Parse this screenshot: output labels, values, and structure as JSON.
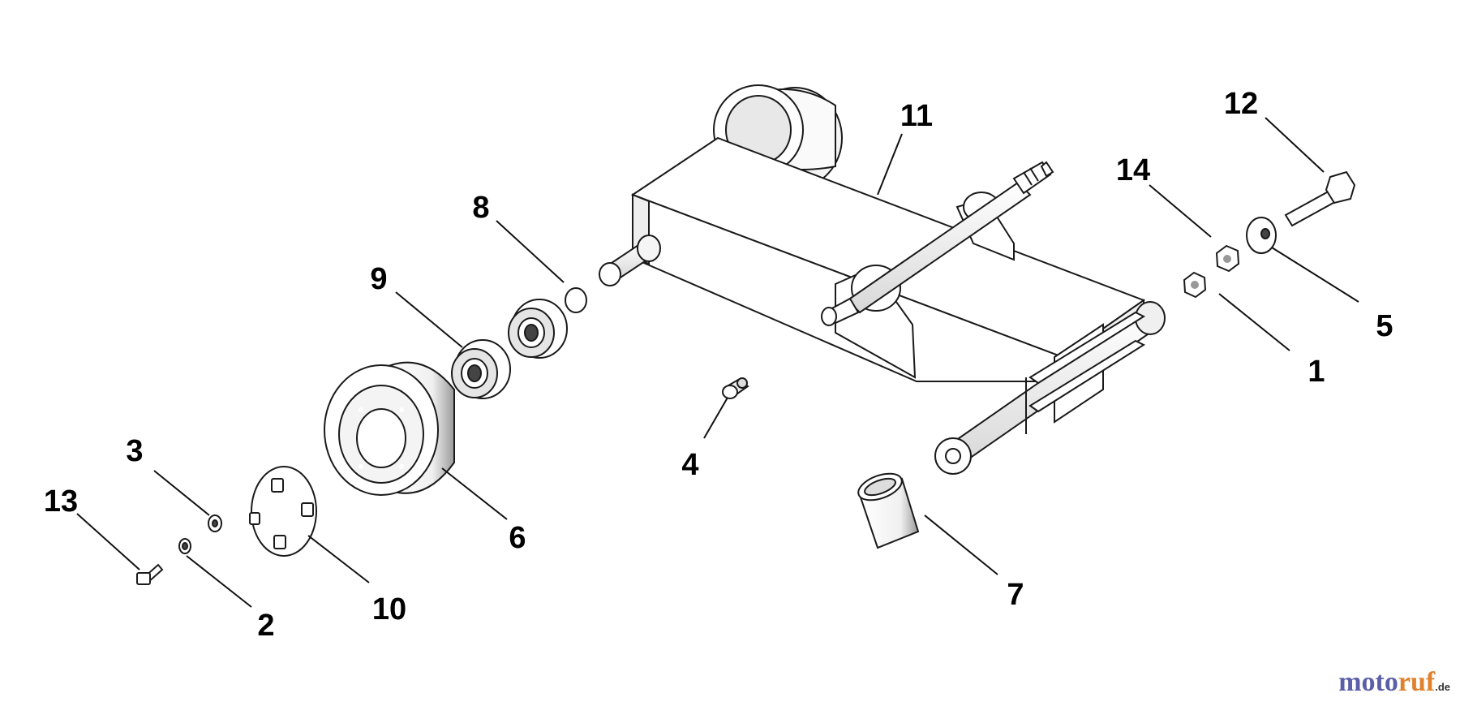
{
  "parts": [
    {
      "id": "p1",
      "number": "1"
    },
    {
      "id": "p2",
      "number": "2"
    },
    {
      "id": "p3",
      "number": "3"
    },
    {
      "id": "p4",
      "number": "4"
    },
    {
      "id": "p5",
      "number": "5"
    },
    {
      "id": "p6",
      "number": "6"
    },
    {
      "id": "p7",
      "number": "7"
    },
    {
      "id": "p8",
      "number": "8"
    },
    {
      "id": "p9",
      "number": "9"
    },
    {
      "id": "p10",
      "number": "10"
    },
    {
      "id": "p11",
      "number": "11"
    },
    {
      "id": "p12",
      "number": "12"
    },
    {
      "id": "p13",
      "number": "13"
    },
    {
      "id": "p14",
      "number": "14"
    }
  ],
  "watermark": {
    "text_a": "moto",
    "text_b": "ruf",
    "suffix": ".de",
    "color_a": "#5b5fa8",
    "color_b": "#e0812c"
  }
}
